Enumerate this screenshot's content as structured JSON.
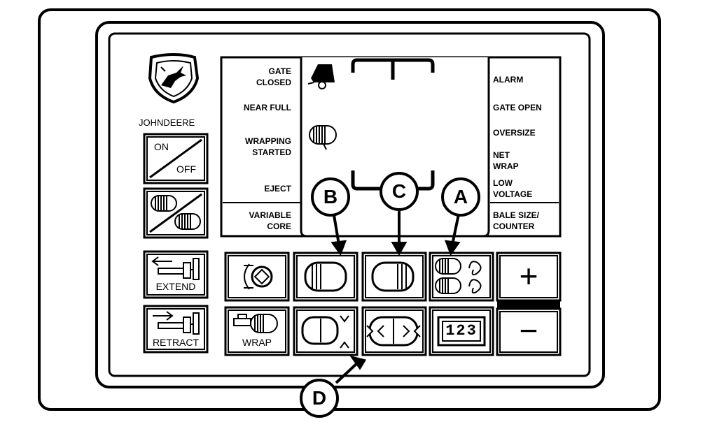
{
  "brand": {
    "name_john": "JOHN",
    "name_deere": "DEERE"
  },
  "indicators_left": [
    {
      "label": "GATE\nCLOSED"
    },
    {
      "label": "NEAR FULL"
    },
    {
      "label": "WRAPPING\nSTARTED"
    },
    {
      "label": "EJECT"
    },
    {
      "label": "VARIABLE\nCORE"
    }
  ],
  "indicators_right": [
    {
      "label": "ALARM"
    },
    {
      "label": "GATE OPEN"
    },
    {
      "label": "OVERSIZE"
    },
    {
      "label": "NET\nWRAP"
    },
    {
      "label": "LOW\nVOLTAGE"
    },
    {
      "label": "BALE SIZE/\nCOUNTER"
    }
  ],
  "buttons": {
    "on": "ON",
    "off": "OFF",
    "extend": "EXTEND",
    "retract": "RETRACT",
    "wrap": "WRAP",
    "plus": "+",
    "minus": "−",
    "counter_digits": "123"
  },
  "callouts": [
    "A",
    "B",
    "C",
    "D"
  ]
}
